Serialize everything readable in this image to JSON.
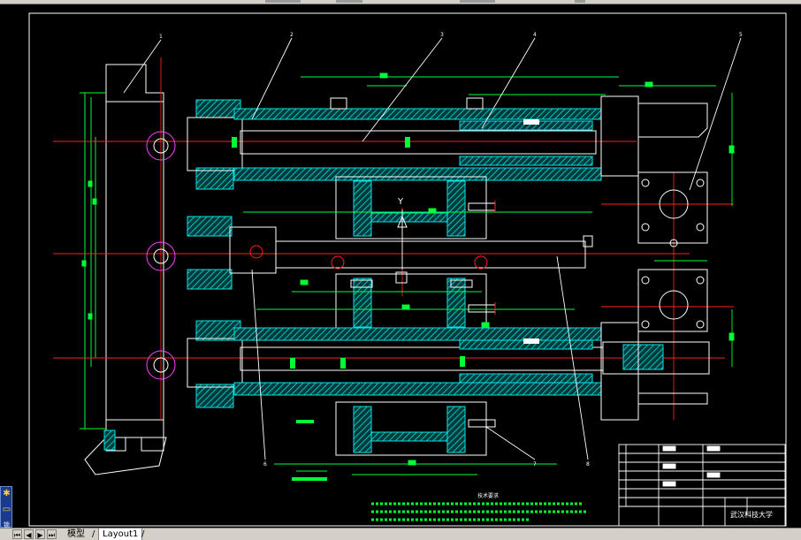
{
  "app": {
    "type": "cad-drawing-view"
  },
  "layout_tabs": {
    "items": [
      {
        "label": "模型",
        "active": false
      },
      {
        "label": "Layout1",
        "active": true
      }
    ],
    "separator": "/"
  },
  "nav": {
    "first": "⏮",
    "prev": "◀",
    "next": "▶",
    "last": "⏭"
  },
  "sidewidget": {
    "label": "锁"
  },
  "drawing": {
    "balloons": [
      "1",
      "2",
      "3",
      "4",
      "5",
      "6",
      "7",
      "8"
    ],
    "axis_label": "Y",
    "tech_title": "技术要求",
    "title_block": {
      "institution": "武汉科技大学"
    }
  },
  "colors": {
    "background": "#000000",
    "frame": "#ffffff",
    "centerline": "#ff2020",
    "section": "#00e5e5",
    "dimension": "#00ff33",
    "callout": "#ffffff",
    "marker": "#ff40ff",
    "toolbar": "#d4d0c8"
  }
}
